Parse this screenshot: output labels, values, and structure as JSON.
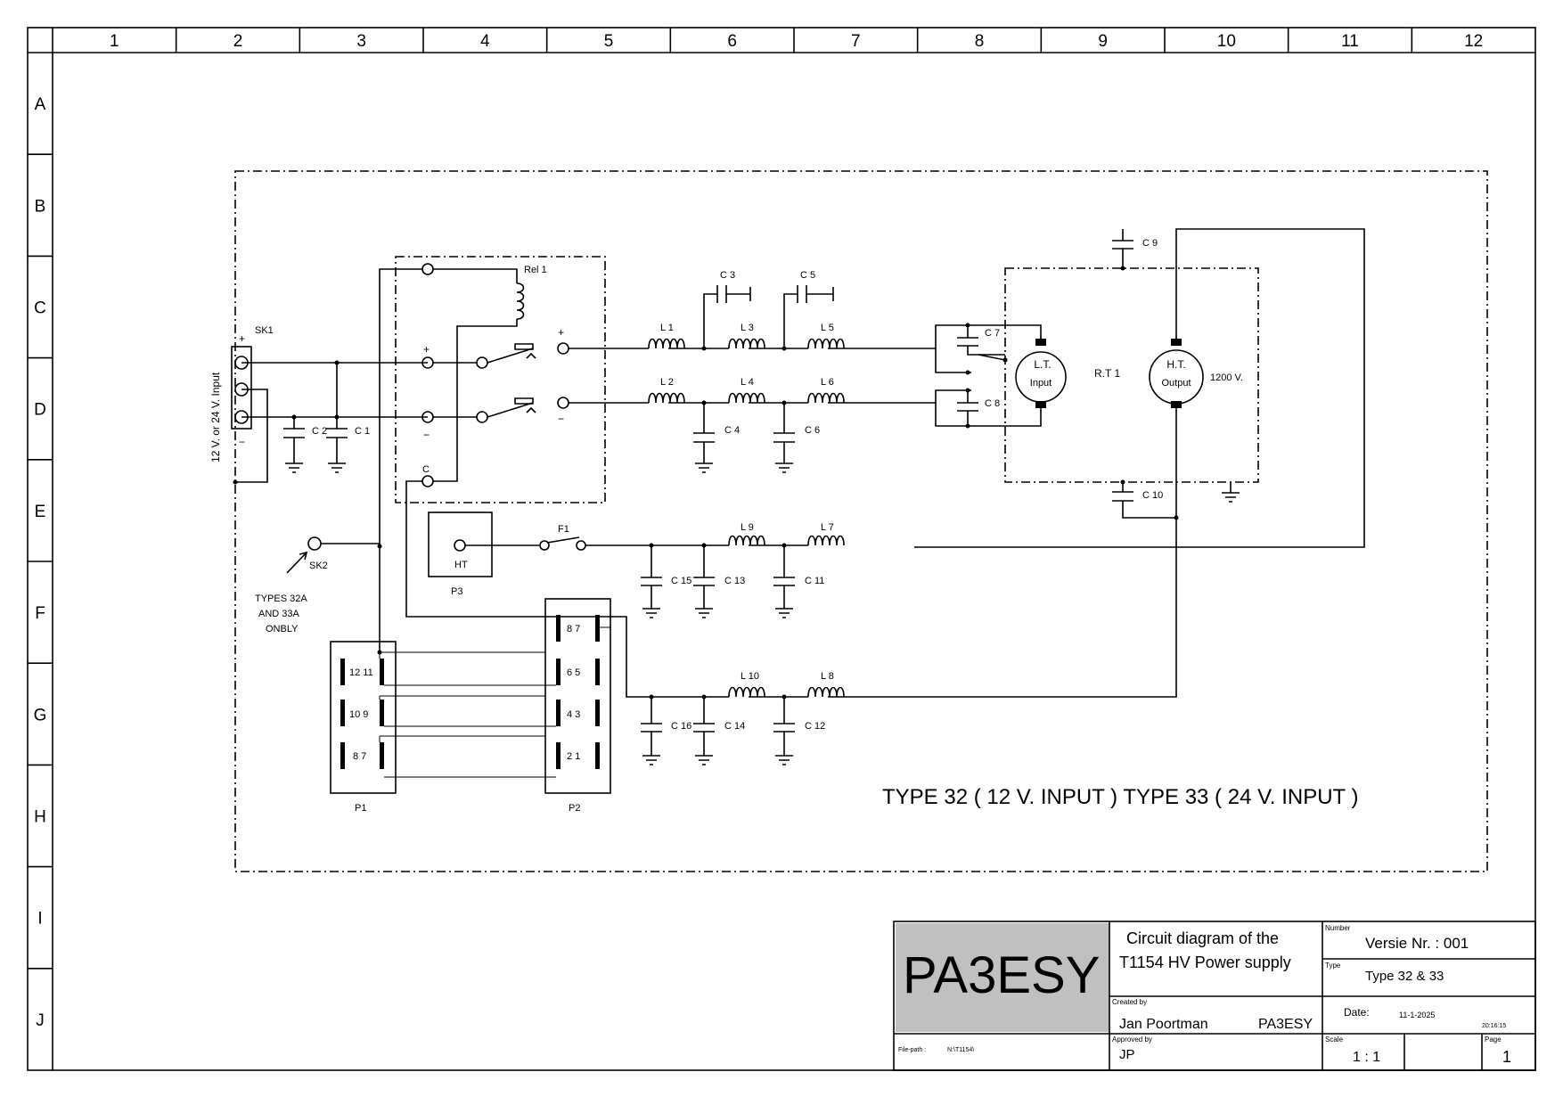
{
  "frame": {
    "columns": [
      "1",
      "2",
      "3",
      "4",
      "5",
      "6",
      "7",
      "8",
      "9",
      "10",
      "11",
      "12"
    ],
    "rows": [
      "A",
      "B",
      "C",
      "D",
      "E",
      "F",
      "G",
      "H",
      "I",
      "J"
    ]
  },
  "labels": {
    "input_voltage": "12 V. or 24 V. Input",
    "sk1": "SK1",
    "sk2": "SK2",
    "types_note": [
      "TYPES 32A",
      "AND 33A",
      "ONBLY"
    ],
    "rel1": "Rel 1",
    "relay_contact_c": "C",
    "plus": "+",
    "minus": "−",
    "ht_box": "HT",
    "p3": "P3",
    "p1": "P1",
    "p2": "P2",
    "f1": "F1",
    "rt1": "R.T 1",
    "lt_top": "L.T.",
    "lt_bottom": "Input",
    "ht_top": "H.T.",
    "ht_bottom": "Output",
    "voltage_out": "1200 V.",
    "inductors": {
      "L1": "L 1",
      "L2": "L 2",
      "L3": "L 3",
      "L4": "L 4",
      "L5": "L 5",
      "L6": "L 6",
      "L7": "L 7",
      "L8": "L 8",
      "L9": "L 9",
      "L10": "L 10"
    },
    "capacitors": {
      "C1": "C 1",
      "C2": "C 2",
      "C3": "C 3",
      "C4": "C 4",
      "C5": "C 5",
      "C6": "C 6",
      "C7": "C 7",
      "C8": "C 8",
      "C9": "C 9",
      "C10": "C 10",
      "C11": "C 11",
      "C12": "C 12",
      "C13": "C 13",
      "C14": "C 14",
      "C15": "C 15",
      "C16": "C 16"
    },
    "p1_pins": [
      "12 11",
      "10 9",
      "8 7"
    ],
    "p2_pins": [
      "8 7",
      "6 5",
      "4 3",
      "2 1"
    ],
    "type_caption": "TYPE 32 ( 12 V. INPUT ) TYPE 33 ( 24 V. INPUT )"
  },
  "title_block": {
    "logo": "PA3ESY",
    "logo_bg": "#c0c0c0",
    "title_line1": "Circuit diagram of the",
    "title_line2": "T1154 HV Power supply",
    "number_label": "Number",
    "number_value": "Versie Nr. : 001",
    "type_label": "Type",
    "type_value": "Type 32 &  33",
    "created_label": "Created by",
    "created_name": "Jan Poortman",
    "created_call": "PA3ESY",
    "date_label": "Date:",
    "date_value": "11-1-2025",
    "time_value": "20:16:15",
    "approved_label": "Approved by",
    "approved_value": "JP",
    "scale_label": "Scale",
    "scale_value": "1 : 1",
    "page_label": "Page",
    "page_value": "1",
    "filepath_label": "File-path :",
    "filepath_value": "N:\\T1154\\"
  }
}
